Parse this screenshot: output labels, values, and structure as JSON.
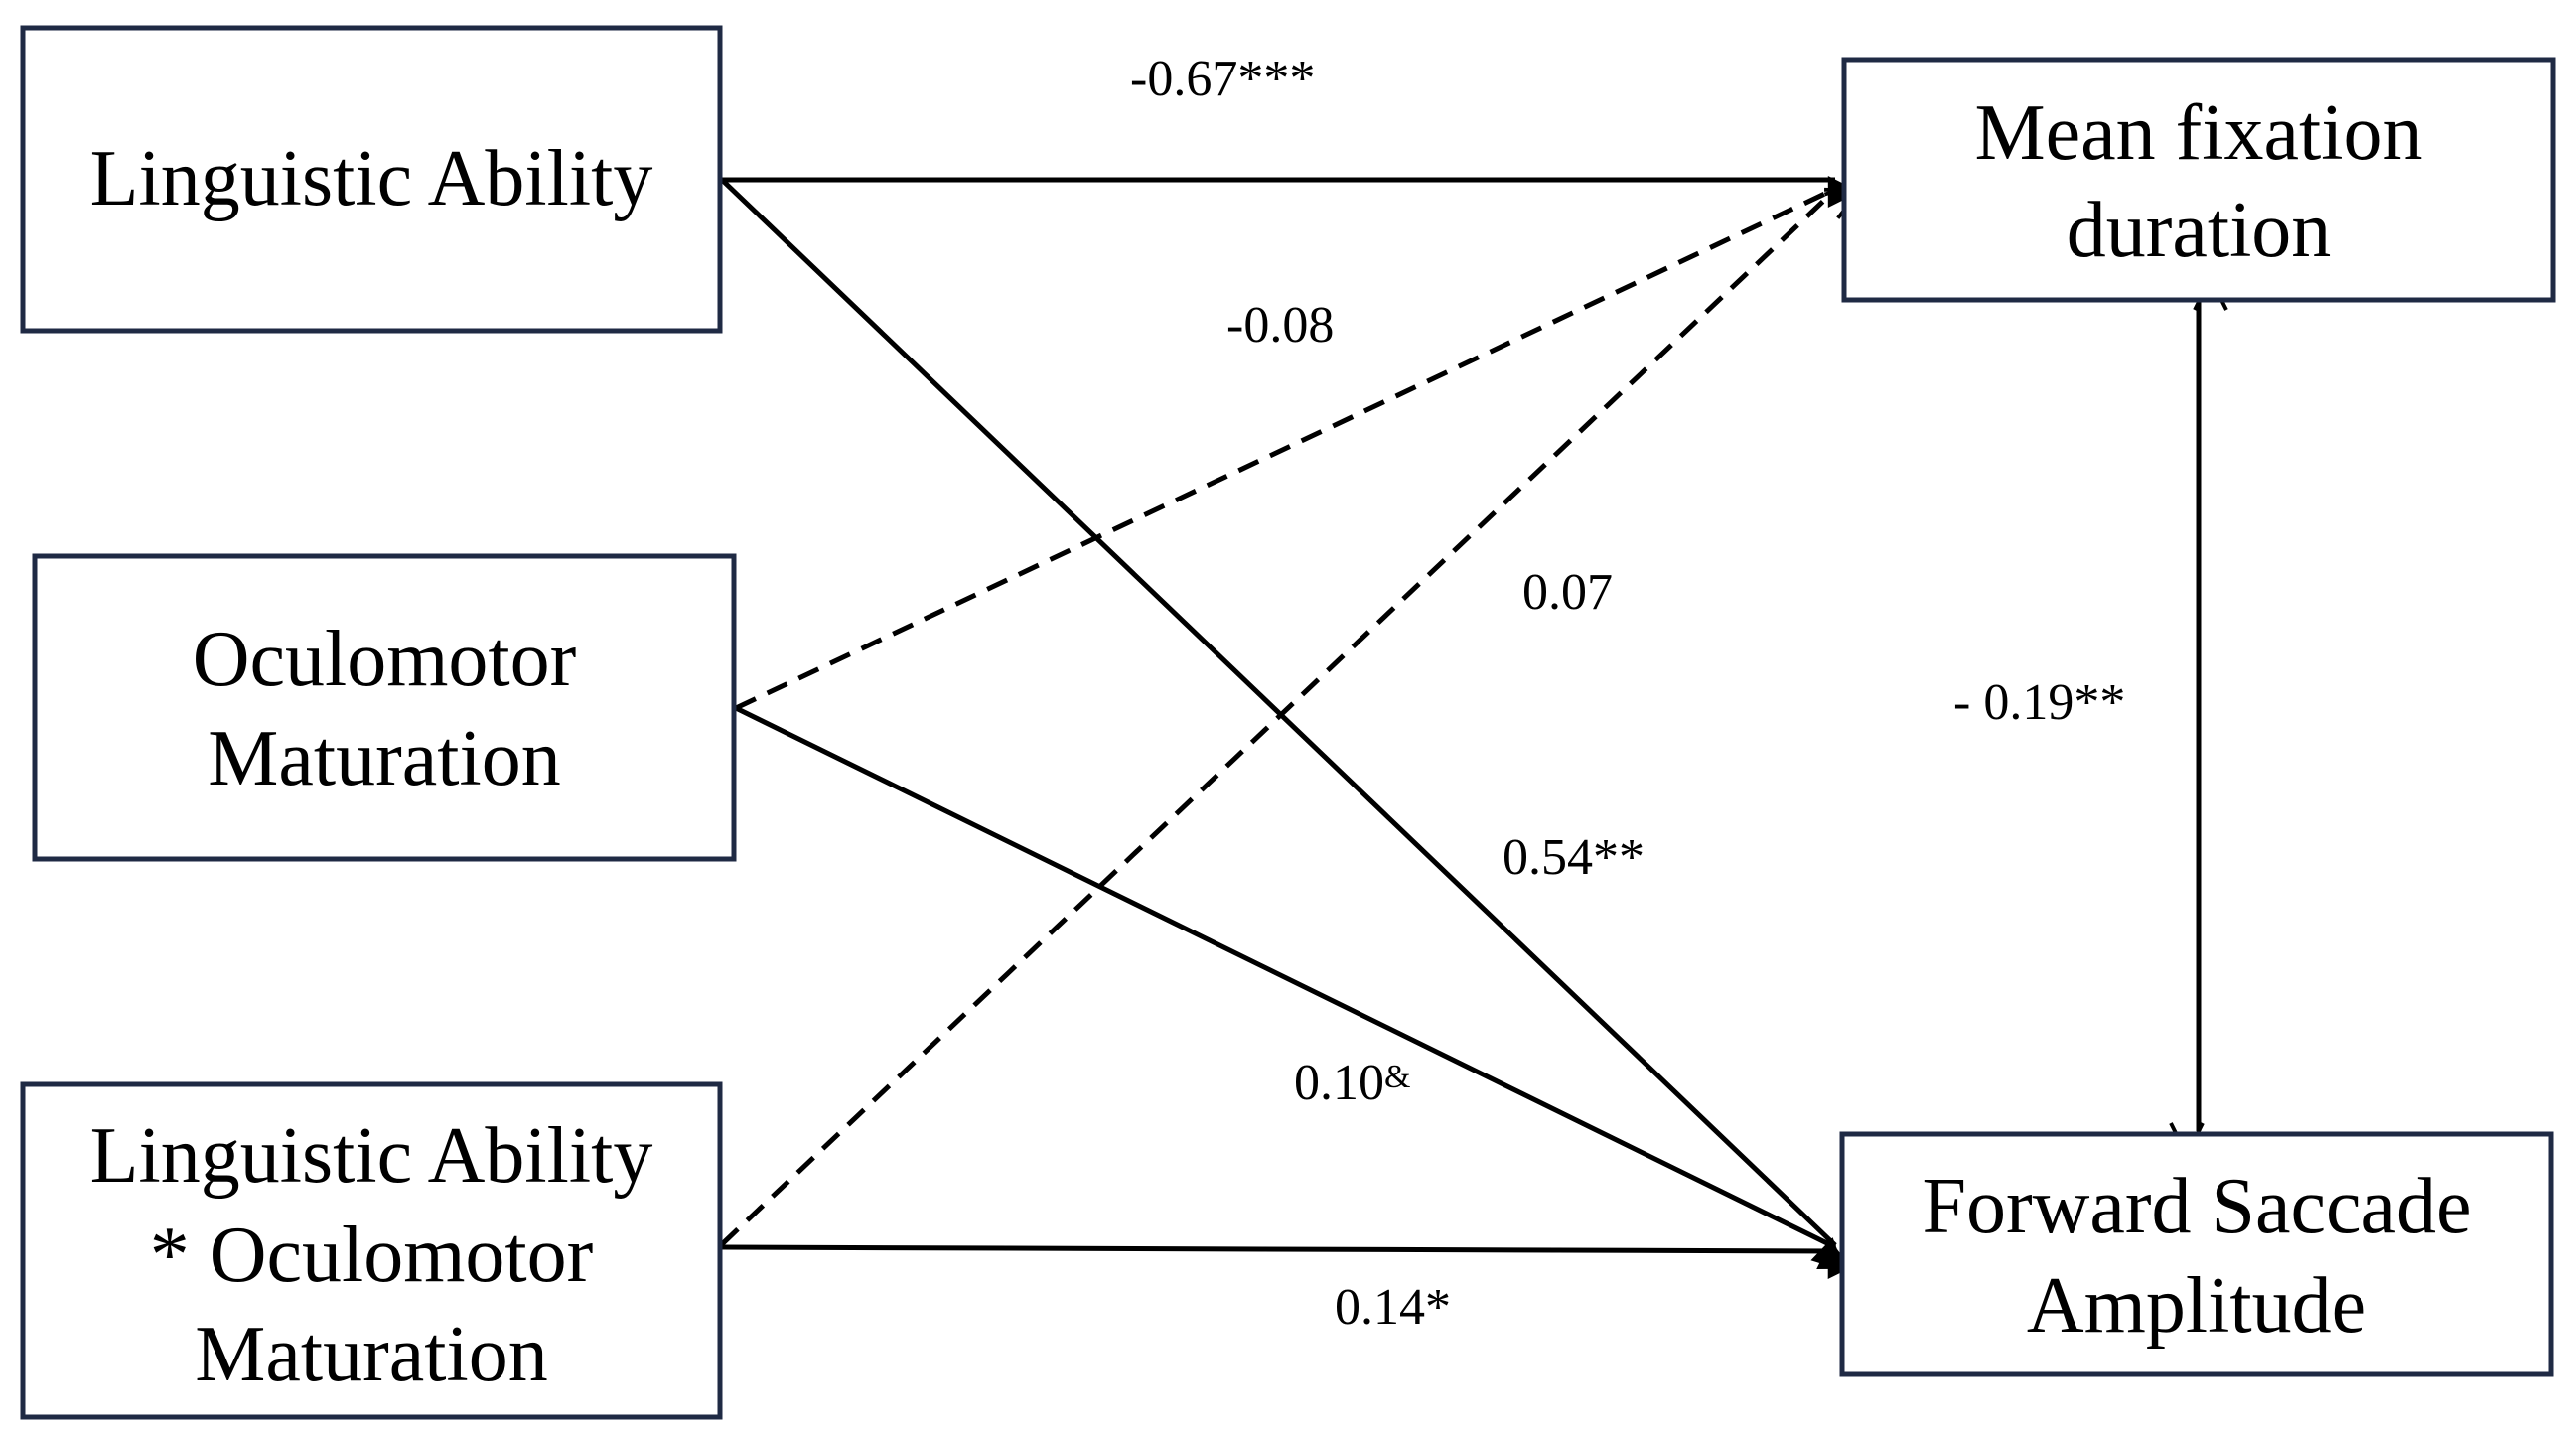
{
  "nodes": {
    "linguistic_ability": {
      "lines": [
        "Linguistic Ability"
      ]
    },
    "oculomotor_maturation": {
      "lines": [
        "Oculomotor",
        "Maturation"
      ]
    },
    "interaction": {
      "lines": [
        "Linguistic Ability",
        "* Oculomotor",
        "Maturation"
      ]
    },
    "mean_fixation": {
      "lines": [
        "Mean fixation",
        "duration"
      ]
    },
    "forward_saccade": {
      "lines": [
        "Forward Saccade",
        "Amplitude"
      ]
    }
  },
  "paths": {
    "la_to_mfd": {
      "coefficient": "-0.67***",
      "style": "solid"
    },
    "om_to_mfd": {
      "coefficient": "-0.08",
      "style": "dashed"
    },
    "int_to_mfd": {
      "coefficient": "0.07",
      "style": "dashed"
    },
    "la_to_fsa": {
      "coefficient": "0.54**",
      "style": "solid"
    },
    "om_to_fsa": {
      "coefficient": "0.10",
      "superscript": "&",
      "style": "solid"
    },
    "int_to_fsa": {
      "coefficient": "0.14*",
      "style": "solid"
    },
    "mfd_fsa_covariance": {
      "coefficient": "- 0.19**",
      "style": "solid"
    }
  },
  "colors": {
    "box_border": "#1f2a44",
    "line": "#000000",
    "text": "#000000",
    "background": "#ffffff"
  }
}
